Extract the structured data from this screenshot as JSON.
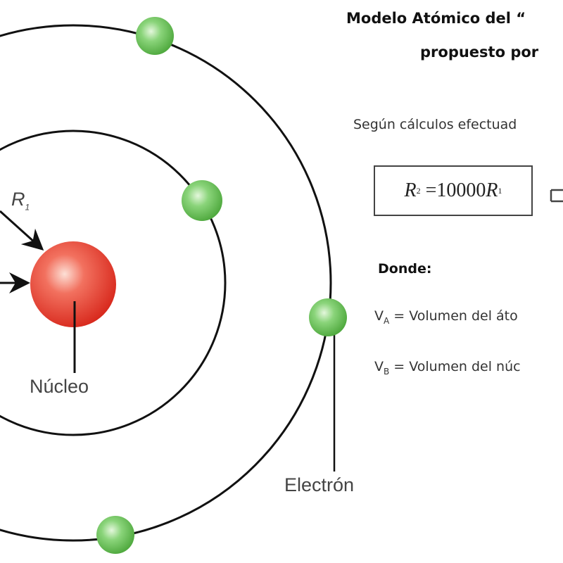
{
  "title_line1": "Modelo Atómico del “",
  "title_line2": "propuesto por",
  "intro": "Según cálculos efectuad",
  "formula": {
    "lhs": "R",
    "lhs_sub": "2",
    "eq": " =10000",
    "rhs": "R",
    "rhs_sub": "1"
  },
  "donde": "Donde:",
  "definitions": [
    {
      "symbol": "V",
      "sub": "A",
      "text": " = Volumen del áto"
    },
    {
      "symbol": "V",
      "sub": "B",
      "text": " = Volumen del núc"
    }
  ],
  "labels": {
    "r1": "R",
    "r1_sub": "1",
    "nucleus": "Núcleo",
    "electron": "Electrón"
  },
  "colors": {
    "nucleus": "#e8453a",
    "electron": "#6cc35a",
    "orbit": "#111111"
  }
}
